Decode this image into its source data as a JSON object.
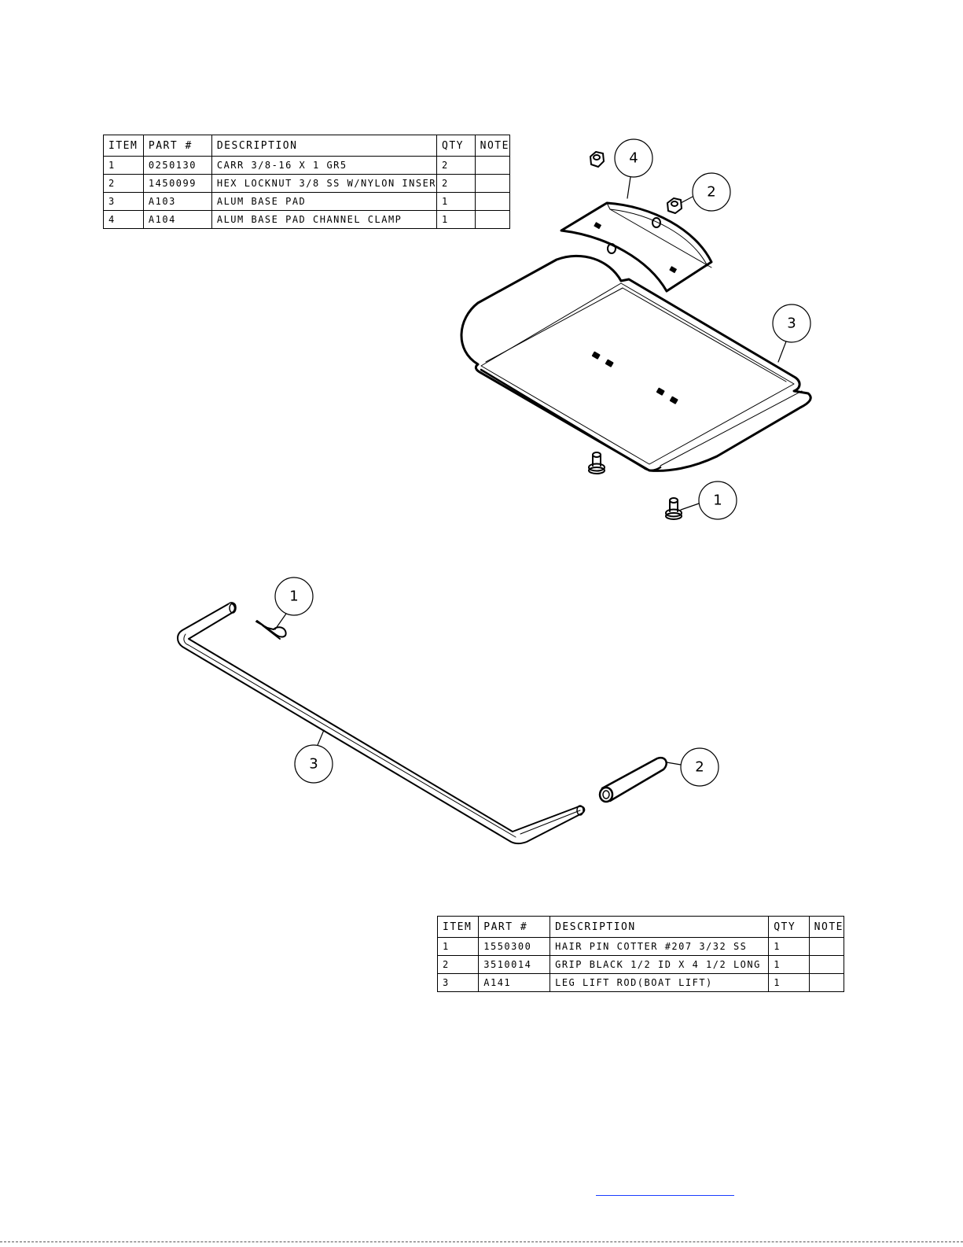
{
  "bom_top": {
    "headers": [
      "ITEM",
      "PART #",
      "DESCRIPTION",
      "QTY",
      "NOTE"
    ],
    "rows": [
      {
        "item": "1",
        "part": "0250130",
        "desc": "CARR 3/8-16 X 1 GR5",
        "qty": "2",
        "note": ""
      },
      {
        "item": "2",
        "part": "1450099",
        "desc": "HEX LOCKNUT 3/8 SS W/NYLON INSER",
        "qty": "2",
        "note": ""
      },
      {
        "item": "3",
        "part": "A103",
        "desc": "ALUM BASE PAD",
        "qty": "1",
        "note": ""
      },
      {
        "item": "4",
        "part": "A104",
        "desc": "ALUM BASE PAD CHANNEL CLAMP",
        "qty": "1",
        "note": ""
      }
    ]
  },
  "bom_bottom": {
    "headers": [
      "ITEM",
      "PART #",
      "DESCRIPTION",
      "QTY",
      "NOTE"
    ],
    "rows": [
      {
        "item": "1",
        "part": "1550300",
        "desc": "HAIR PIN COTTER #207 3/32 SS",
        "qty": "1",
        "note": ""
      },
      {
        "item": "2",
        "part": "3510014",
        "desc": "GRIP BLACK 1/2 ID X 4 1/2 LONG",
        "qty": "1",
        "note": ""
      },
      {
        "item": "3",
        "part": "A141",
        "desc": "LEG LIFT ROD(BOAT LIFT)",
        "qty": "1",
        "note": ""
      }
    ]
  },
  "balloons_top": [
    "4",
    "2",
    "3",
    "1"
  ],
  "balloons_bottom": [
    "1",
    "3",
    "2"
  ],
  "colors": {
    "line": "#000000",
    "link": "#1a3dff"
  }
}
